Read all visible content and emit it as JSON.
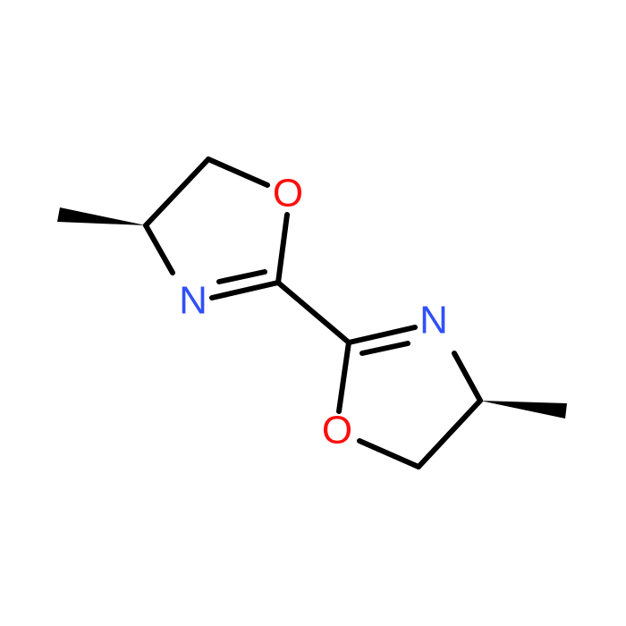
{
  "molecule": {
    "atoms": {
      "o1": {
        "symbol": "O",
        "color": "#ff0d0d"
      },
      "n1": {
        "symbol": "N",
        "color": "#3050f8"
      },
      "n2": {
        "symbol": "N",
        "color": "#3050f8"
      },
      "o2": {
        "symbol": "O",
        "color": "#ff0d0d"
      }
    }
  }
}
